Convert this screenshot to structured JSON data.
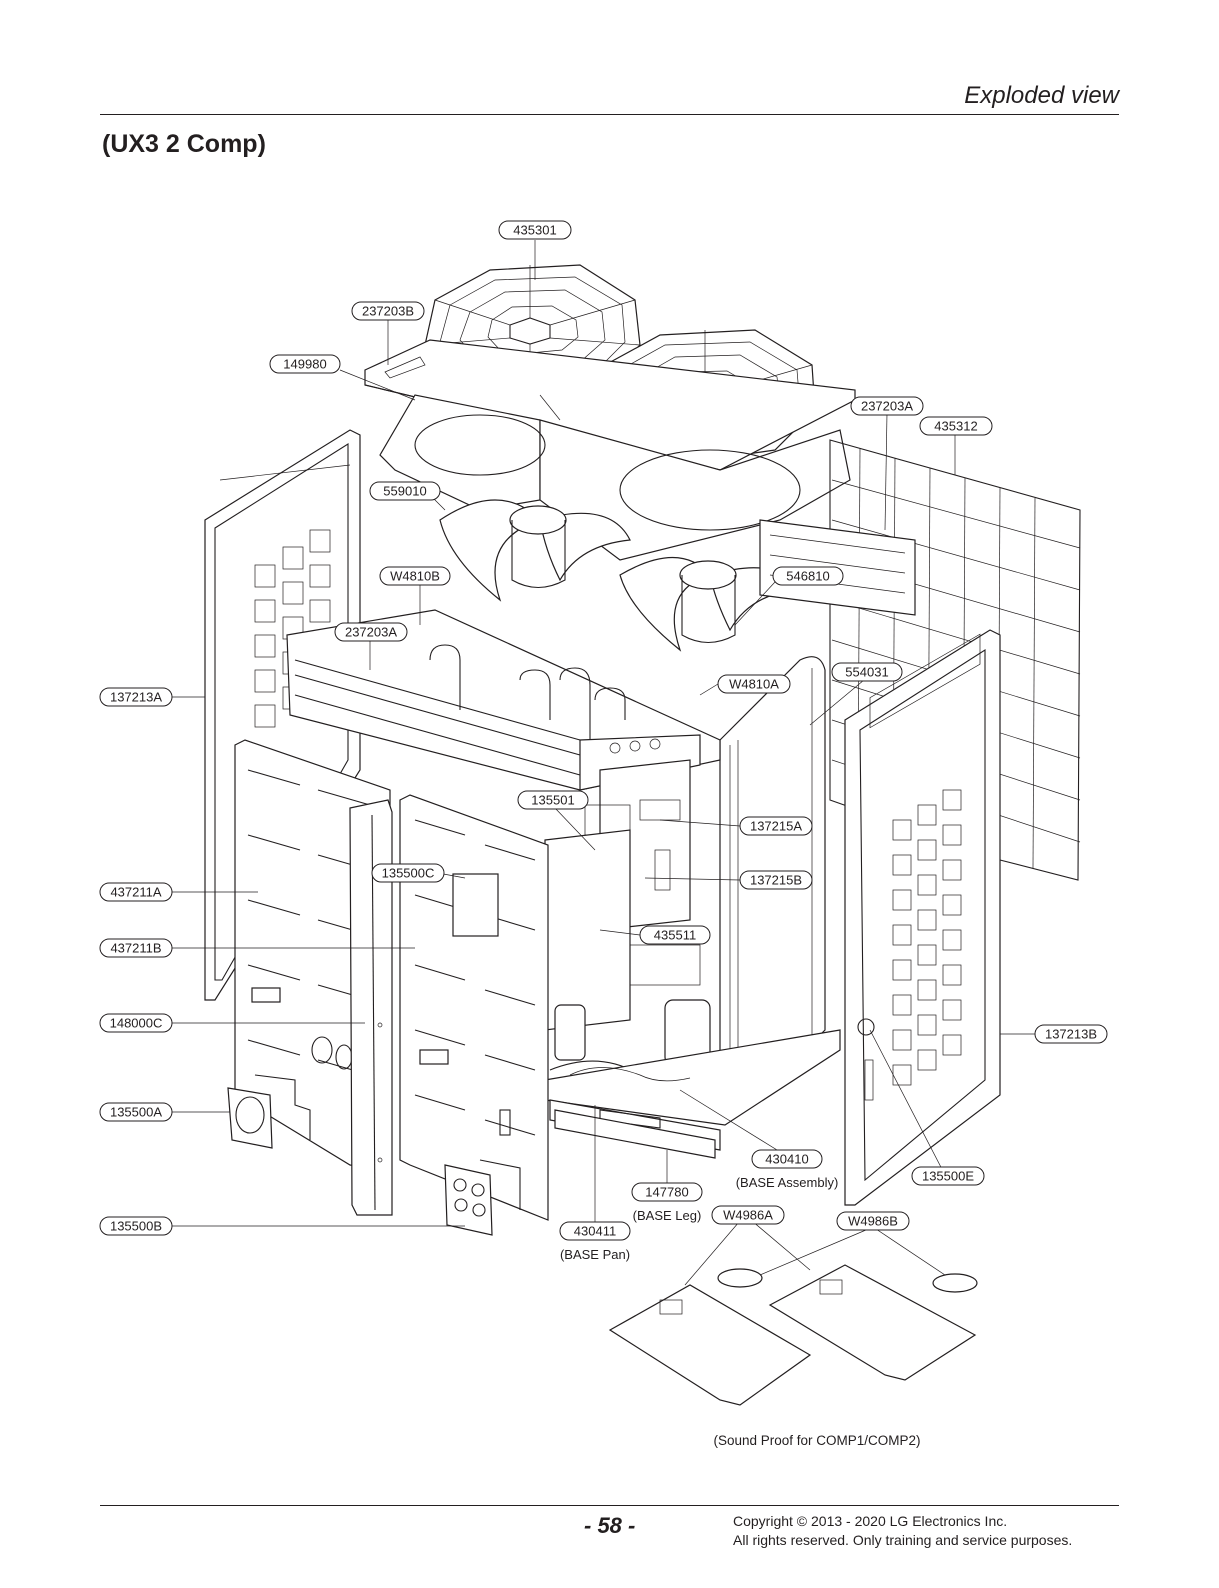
{
  "header": {
    "section_title": "Exploded view"
  },
  "page_heading": "(UX3 2 Comp)",
  "callouts": [
    {
      "id": "c-435301",
      "label": "435301",
      "note": ""
    },
    {
      "id": "c-237203B",
      "label": "237203B",
      "note": ""
    },
    {
      "id": "c-149980",
      "label": "149980",
      "note": ""
    },
    {
      "id": "c-237203A-top",
      "label": "237203A",
      "note": ""
    },
    {
      "id": "c-435312",
      "label": "435312",
      "note": ""
    },
    {
      "id": "c-559010",
      "label": "559010",
      "note": ""
    },
    {
      "id": "c-W4810B",
      "label": "W4810B",
      "note": ""
    },
    {
      "id": "c-546810",
      "label": "546810",
      "note": ""
    },
    {
      "id": "c-237203A-mid",
      "label": "237203A",
      "note": ""
    },
    {
      "id": "c-554031",
      "label": "554031",
      "note": ""
    },
    {
      "id": "c-137213A",
      "label": "137213A",
      "note": ""
    },
    {
      "id": "c-W4810A",
      "label": "W4810A",
      "note": ""
    },
    {
      "id": "c-135501",
      "label": "135501",
      "note": ""
    },
    {
      "id": "c-137215A",
      "label": "137215A",
      "note": ""
    },
    {
      "id": "c-135500C",
      "label": "135500C",
      "note": ""
    },
    {
      "id": "c-137215B",
      "label": "137215B",
      "note": ""
    },
    {
      "id": "c-437211A",
      "label": "437211A",
      "note": ""
    },
    {
      "id": "c-435511",
      "label": "435511",
      "note": ""
    },
    {
      "id": "c-437211B",
      "label": "437211B",
      "note": ""
    },
    {
      "id": "c-148000C",
      "label": "148000C",
      "note": ""
    },
    {
      "id": "c-137213B",
      "label": "137213B",
      "note": ""
    },
    {
      "id": "c-135500A",
      "label": "135500A",
      "note": ""
    },
    {
      "id": "c-430410",
      "label": "430410",
      "note": "(BASE Assembly)"
    },
    {
      "id": "c-135500E",
      "label": "135500E",
      "note": ""
    },
    {
      "id": "c-147780",
      "label": "147780",
      "note": "(BASE Leg)"
    },
    {
      "id": "c-W4986A",
      "label": "W4986A",
      "note": ""
    },
    {
      "id": "c-W4986B",
      "label": "W4986B",
      "note": ""
    },
    {
      "id": "c-135500B",
      "label": "135500B",
      "note": ""
    },
    {
      "id": "c-430411",
      "label": "430411",
      "note": "(BASE Pan)"
    }
  ],
  "sound_proof_note": "(Sound Proof for COMP1/COMP2)",
  "footer": {
    "page_number": "- 58 -",
    "copyright_line1": "Copyright © 2013 - 2020 LG Electronics Inc.",
    "copyright_line2": "All rights reserved. Only training and service purposes."
  }
}
